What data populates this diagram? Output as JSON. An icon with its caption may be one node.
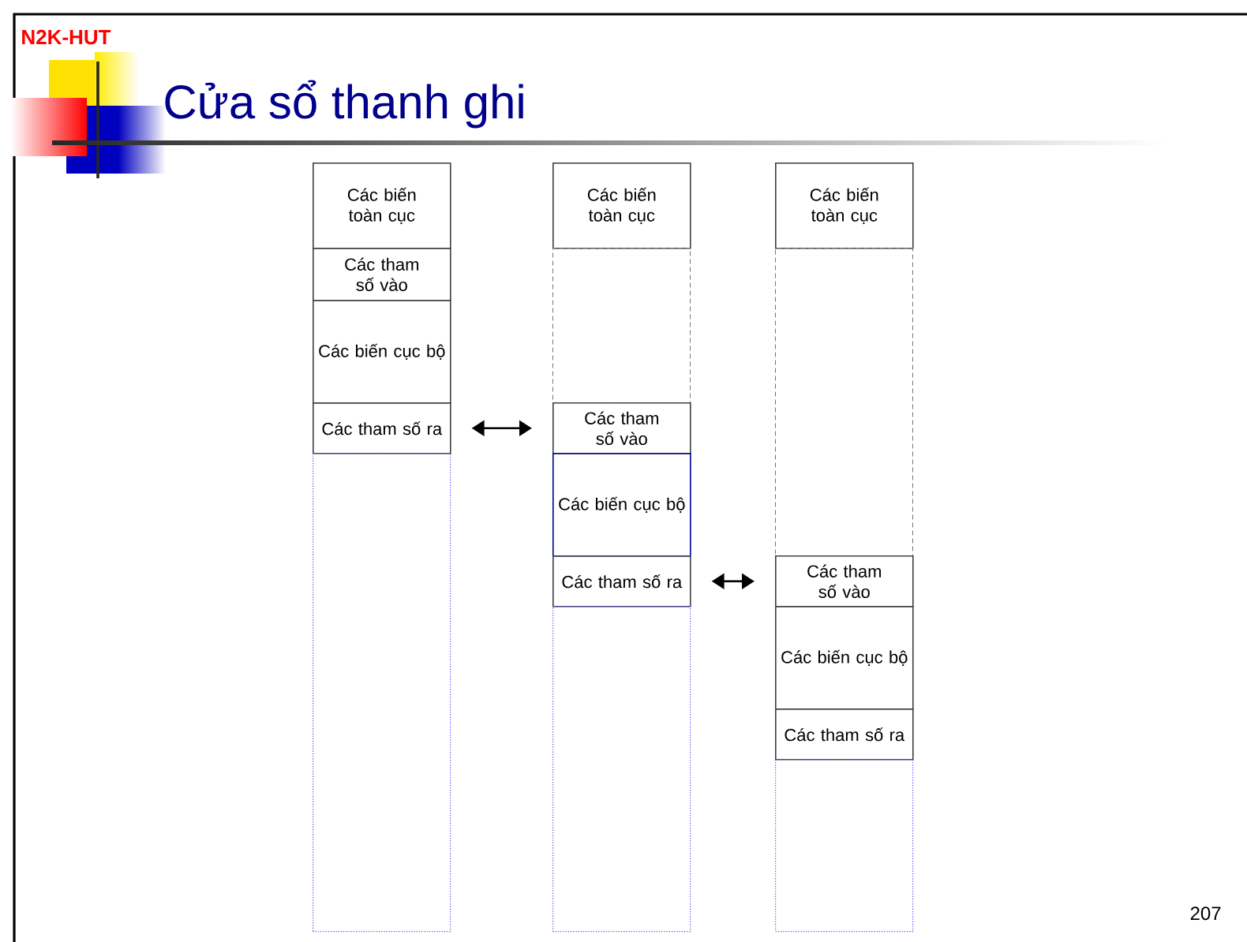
{
  "diagram": {
    "title": "Cửa sổ thanh ghi",
    "nodes": [
      {
        "text": [
          "Các biến toàn cục"
        ]
      },
      {
        "text": [
          "Các tham số vào"
        ]
      },
      {
        "text": [
          "Các biến cục bộ"
        ]
      },
      {
        "text": [
          "Các tham số ra"
        ]
      },
      {
        "text": [],
        "shape": "box"
      },
      {
        "text": [
          "Các biến toàn cục"
        ]
      },
      {
        "text": [],
        "shape": "box"
      },
      {
        "text": [
          "Các tham số vào"
        ]
      },
      {
        "text": [
          "Các biến cục bộ"
        ]
      },
      {
        "text": [
          "Các tham số ra"
        ]
      },
      {
        "text": [],
        "shape": "box"
      },
      {
        "text": [
          "Các biến toàn cục"
        ]
      },
      {
        "text": [],
        "shape": "box"
      },
      {
        "text": [
          "Các tham số vào"
        ]
      },
      {
        "text": [
          "Các biến cục bộ"
        ]
      },
      {
        "text": [
          "Các tham số ra"
        ]
      },
      {
        "text": [],
        "shape": "box"
      }
    ],
    "edges": [
      {
        "from": 3,
        "to": 7,
        "arrow": "both"
      },
      {
        "from": 9,
        "to": 13,
        "arrow": "both"
      }
    ],
    "labels": [
      "N2K-HUT",
      "207"
    ]
  }
}
